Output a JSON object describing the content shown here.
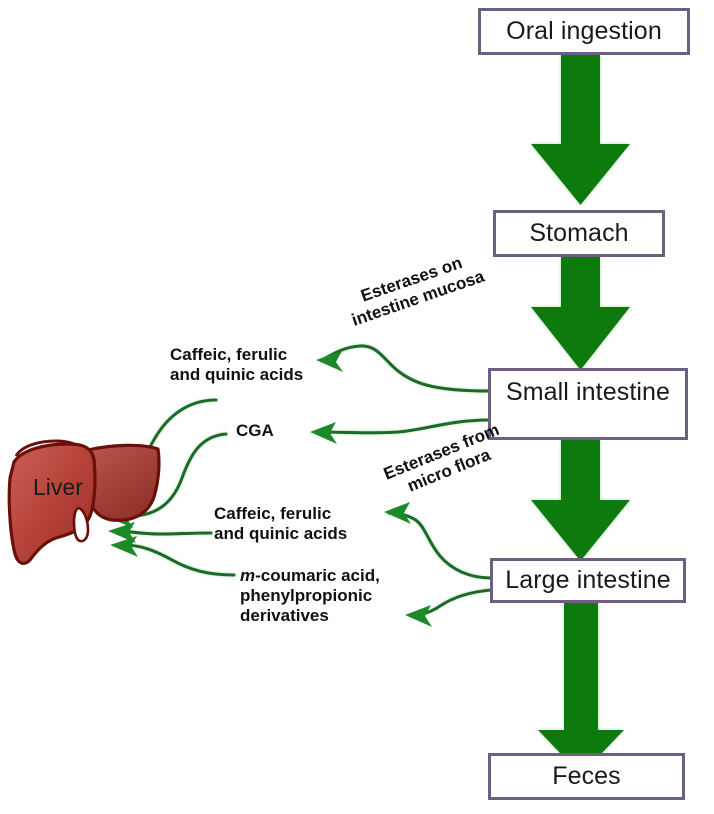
{
  "diagram": {
    "title": "Chlorogenic acid gastrointestinal metabolism pathway",
    "colors": {
      "box_border": "#6d5f81",
      "box_fill": "#ffffff",
      "arrow_green": "#117a11",
      "curve_green": "#1d6b2a",
      "liver_light": "#c4564a",
      "liver_dark": "#9e2f26",
      "liver_outline": "#6b0f0a",
      "text": "#111111",
      "background": "#ffffff"
    },
    "nodes": [
      {
        "id": "oral-ingestion",
        "label": "Oral ingestion"
      },
      {
        "id": "stomach",
        "label": "Stomach"
      },
      {
        "id": "small-intestine",
        "label": "Small intestine"
      },
      {
        "id": "large-intestine",
        "label": "Large intestine"
      },
      {
        "id": "feces",
        "label": "Feces"
      }
    ],
    "organ": {
      "id": "liver",
      "label": "Liver"
    },
    "metabolite_labels": [
      {
        "id": "caffeic-upper",
        "text": "Caffeic, ferulic\nand quinic acids"
      },
      {
        "id": "cga",
        "text": "CGA"
      },
      {
        "id": "caffeic-lower",
        "text": "Caffeic, ferulic\nand quinic acids"
      },
      {
        "id": "m-coumaric",
        "text_italic_prefix": "m",
        "text": "-coumaric acid,\nphenylpropionic\nderivatives"
      }
    ],
    "enzyme_labels": [
      {
        "id": "esterases-mucosa",
        "text": "Esterases on\nintestine mucosa",
        "rotation_deg": -19
      },
      {
        "id": "esterases-microflora",
        "text": "Esterases from\nmicro flora",
        "rotation_deg": -22
      }
    ],
    "main_flow_arrows": [
      {
        "id": "arrow-oral-to-stomach",
        "from": "oral-ingestion",
        "to": "stomach"
      },
      {
        "id": "arrow-stomach-to-small",
        "from": "stomach",
        "to": "small-intestine"
      },
      {
        "id": "arrow-small-to-large",
        "from": "small-intestine",
        "to": "large-intestine"
      },
      {
        "id": "arrow-large-to-feces",
        "from": "large-intestine",
        "to": "feces"
      }
    ],
    "branch_arrows": [
      {
        "id": "branch-small-to-caffeic",
        "from": "small-intestine",
        "to": "caffeic-upper"
      },
      {
        "id": "branch-small-to-cga",
        "from": "small-intestine",
        "to": "cga"
      },
      {
        "id": "branch-large-to-caffeic",
        "from": "large-intestine",
        "to": "caffeic-lower"
      },
      {
        "id": "branch-large-to-coumaric",
        "from": "large-intestine",
        "to": "m-coumaric"
      },
      {
        "id": "branch-caffeic-upper-to-liver",
        "from": "caffeic-upper",
        "to": "liver"
      },
      {
        "id": "branch-cga-to-liver",
        "from": "cga",
        "to": "liver"
      },
      {
        "id": "branch-caffeic-lower-to-liver",
        "from": "caffeic-lower",
        "to": "liver"
      },
      {
        "id": "branch-coumaric-to-liver",
        "from": "m-coumaric",
        "to": "liver"
      }
    ]
  }
}
